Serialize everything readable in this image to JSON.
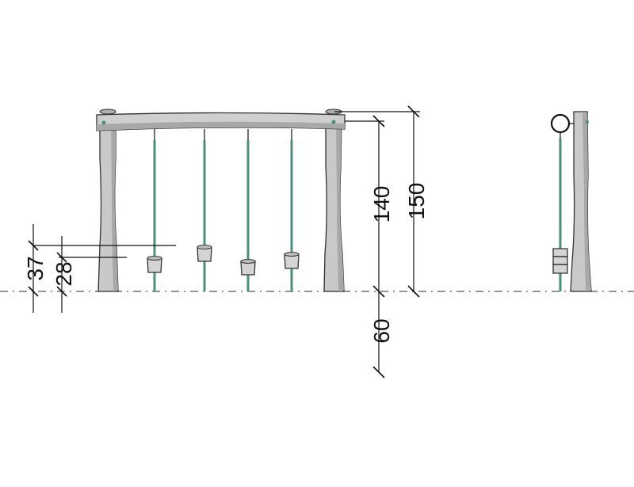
{
  "dimensions": {
    "total_height": "150",
    "beam_height": "140",
    "foundation_depth": "60",
    "high_seat": "37",
    "low_seat": "28"
  },
  "colors": {
    "wood_fill": "#c9c9c9",
    "wood_shade": "#a8a8a8",
    "rope": "#4a8f7c",
    "lines": "#111111"
  }
}
